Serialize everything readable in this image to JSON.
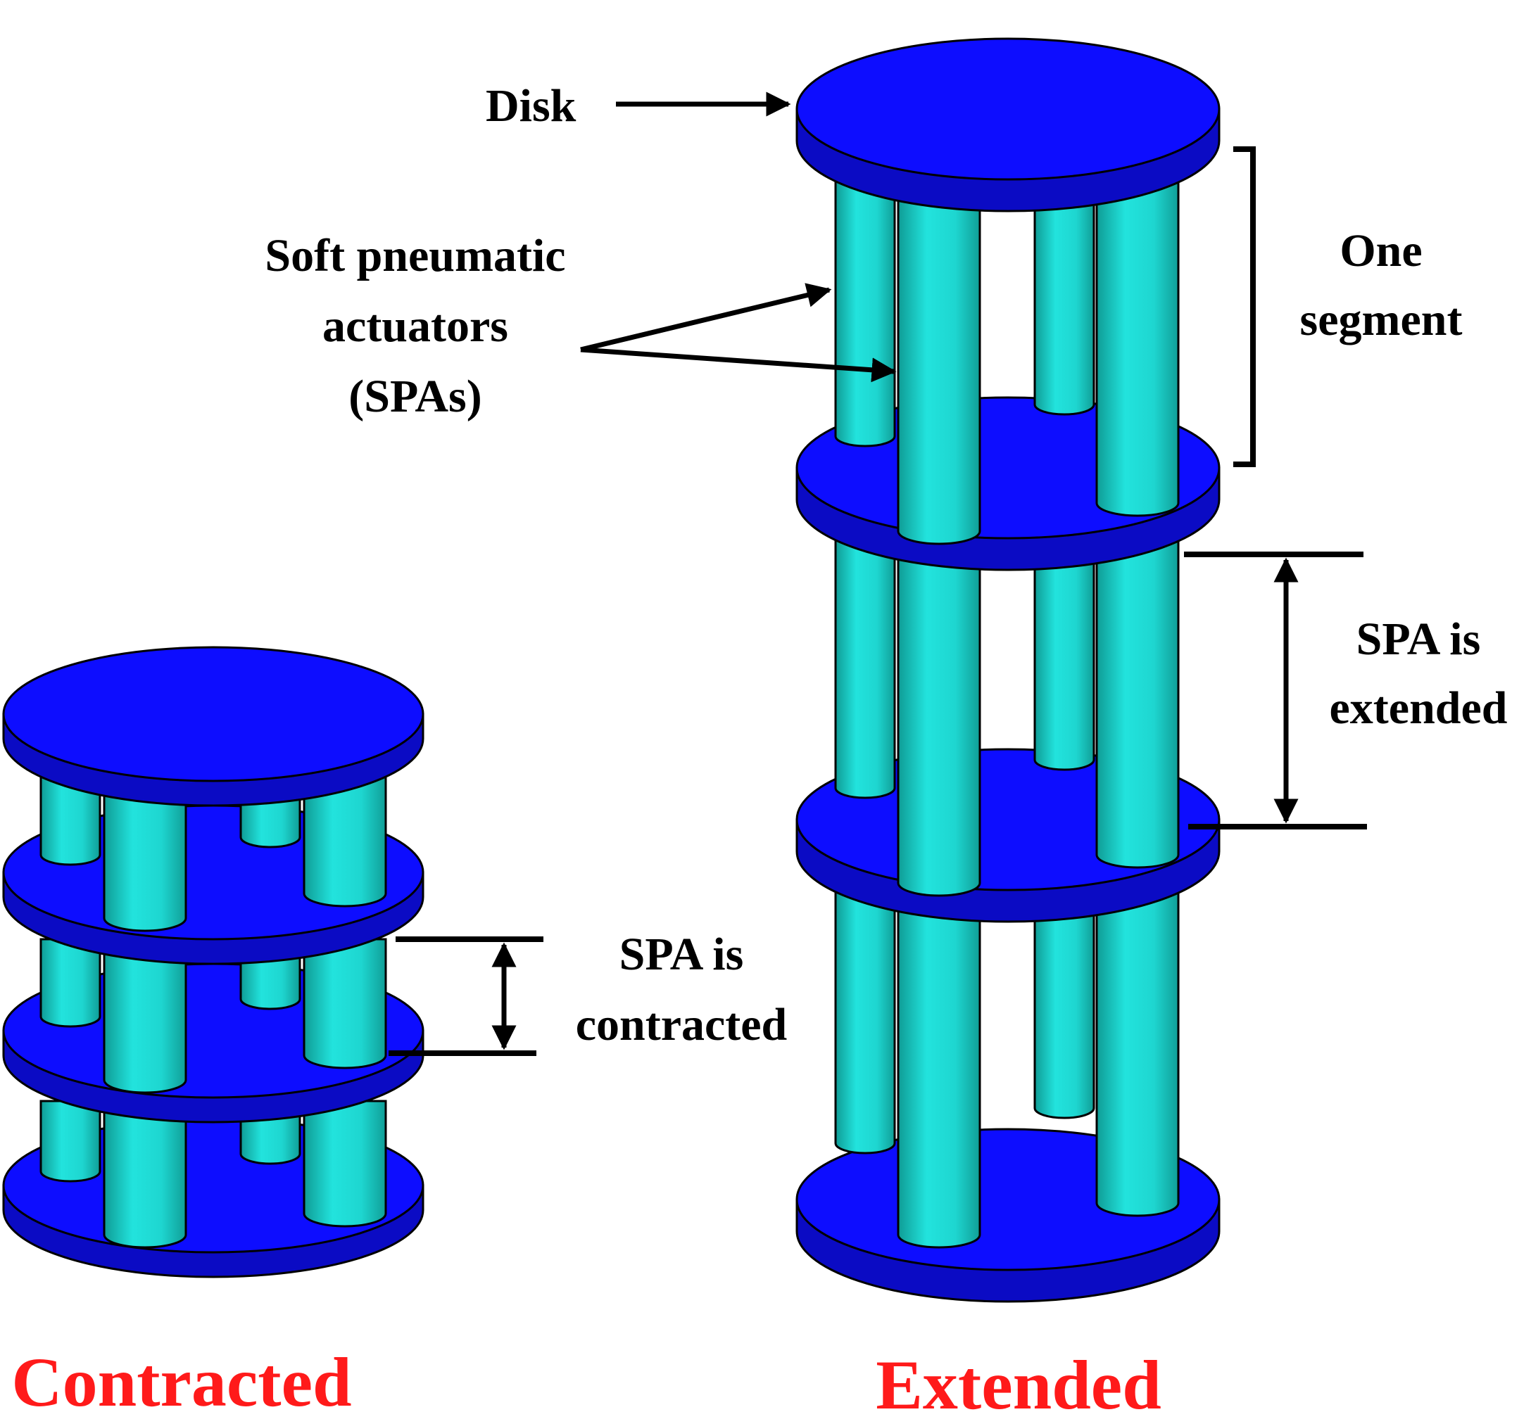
{
  "labels": {
    "disk": "Disk",
    "spa_line1": "Soft pneumatic",
    "spa_line2": "actuators",
    "spa_line3": "(SPAs)",
    "segment_line1": "One",
    "segment_line2": "segment",
    "extended_note_line1": "SPA is",
    "extended_note_line2": "extended",
    "contracted_note_line1": "SPA is",
    "contracted_note_line2": "contracted"
  },
  "titles": {
    "contracted": "Contracted",
    "extended": "Extended"
  },
  "colors": {
    "disk_top": "#0d0dff",
    "disk_side": "#0b0bc4",
    "actuator_light": "#22e3dd",
    "actuator_dark": "#0f9c95",
    "title_red": "#ff1a1a",
    "outline": "#000000"
  },
  "structures": {
    "contracted": {
      "disks": 4,
      "segments": 3,
      "actuators_per_segment": 4
    },
    "extended": {
      "disks": 4,
      "segments": 3,
      "actuators_per_segment": 4
    }
  }
}
